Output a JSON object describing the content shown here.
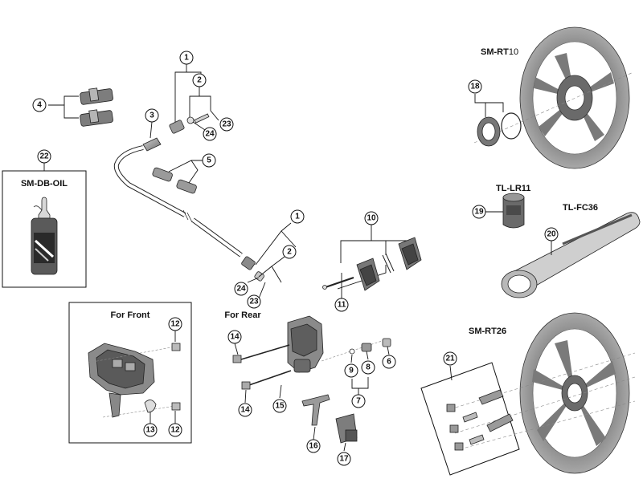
{
  "labels": {
    "sm_rt10_bold": "SM-RT",
    "sm_rt10_num": "10",
    "tl_lr11_bold": "TL-",
    "tl_lr11_num": "LR11",
    "tl_fc36": "TL-FC36",
    "sm_rt26": "SM-RT26",
    "sm_db_oil": "SM-DB-OIL",
    "for_front": "For Front",
    "for_rear": "For Rear"
  },
  "callouts": {
    "c1_top": "1",
    "c2_top": "2",
    "c23_top": "23",
    "c24_top": "24",
    "c3": "3",
    "c4": "4",
    "c5": "5",
    "c22": "22",
    "c1_mid": "1",
    "c2_mid": "2",
    "c24_mid": "24",
    "c23_mid": "23",
    "c10": "10",
    "c11": "11",
    "c14_a": "14",
    "c14_b": "14",
    "c15": "15",
    "c16": "16",
    "c17": "17",
    "c9": "9",
    "c8": "8",
    "c6": "6",
    "c7": "7",
    "c12_a": "12",
    "c12_b": "12",
    "c13": "13",
    "c18": "18",
    "c19": "19",
    "c20": "20",
    "c21": "21"
  },
  "colors": {
    "part_dark": "#555555",
    "part_mid": "#8a8a8a",
    "part_light": "#c8c8c8",
    "line": "#111111"
  }
}
